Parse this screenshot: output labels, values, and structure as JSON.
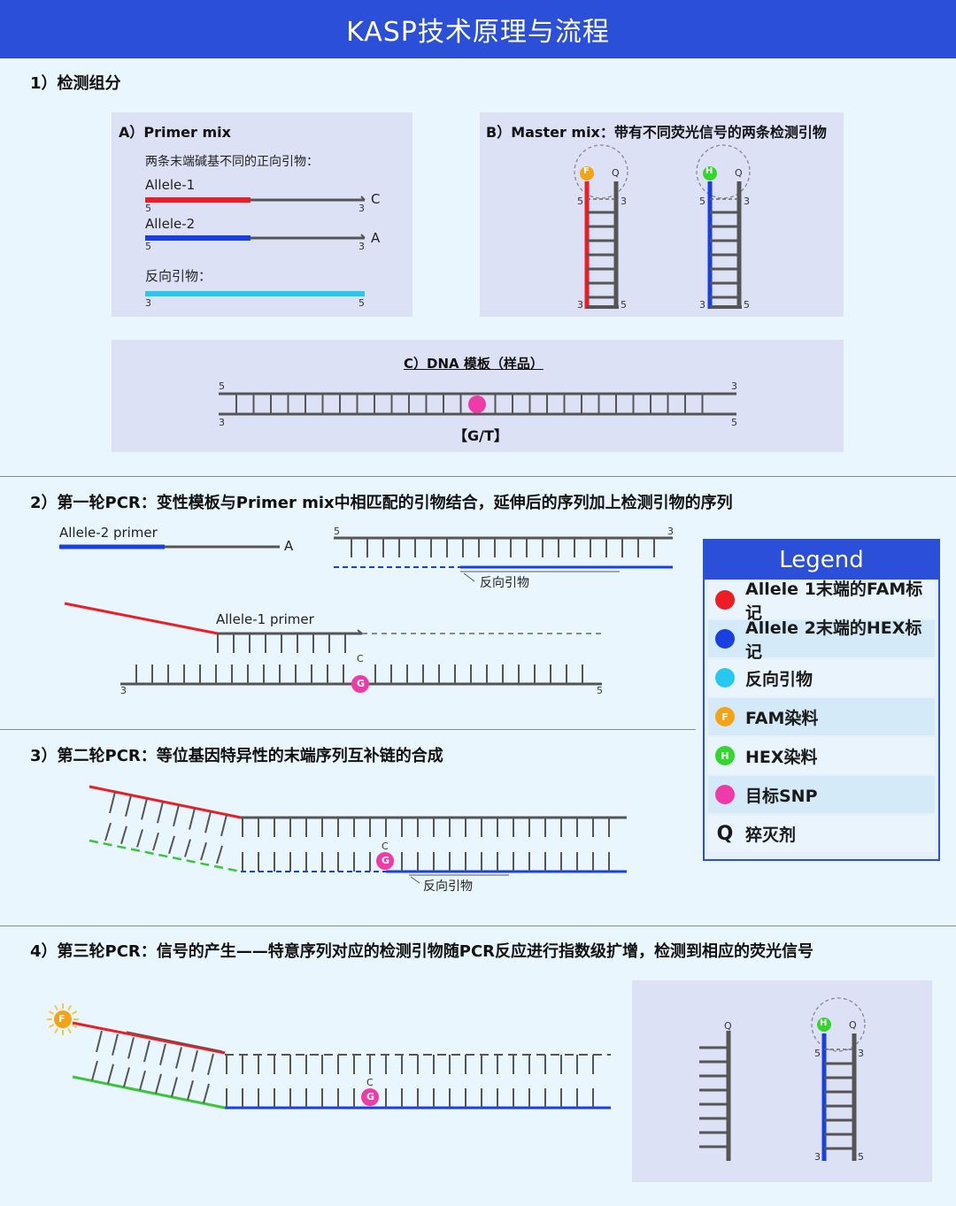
{
  "title": "KASP技术原理与流程",
  "section1": {
    "title": "1）检测组分",
    "panel_a": {
      "title": "A）Primer mix",
      "subtitle": "两条末端碱基不同的正向引物：",
      "allele1": "Allele-1",
      "allele1_end": "C",
      "allele2": "Allele-2",
      "allele2_end": "A",
      "reverse": "反向引物：",
      "five": "5",
      "three": "3"
    },
    "panel_b": {
      "title": "B）Master mix：带有不同荧光信号的两条检测引物",
      "f": "F",
      "h": "H",
      "q": "Q",
      "five": "5",
      "three": "3"
    },
    "panel_c": {
      "title": "C）DNA 模板（样品）",
      "snp_label": "【G/T】",
      "five": "5",
      "three": "3"
    }
  },
  "section2": {
    "title": "2）第一轮PCR：变性模板与Primer mix中相匹配的引物结合，延伸后的序列加上检测引物的序列",
    "allele2_primer": "Allele-2 primer",
    "a_end": "A",
    "reverse_primer": "反向引物",
    "allele1_primer": "Allele-1 primer",
    "c_base": "C",
    "g_base": "G",
    "five": "5",
    "three": "3"
  },
  "section3": {
    "title": "3）第二轮PCR：等位基因特异性的末端序列互补链的合成",
    "c_base": "C",
    "g_base": "G",
    "reverse_primer": "反向引物"
  },
  "section4": {
    "title": "4）第三轮PCR：信号的产生——特意序列对应的检测引物随PCR反应进行指数级扩增，检测到相应的荧光信号",
    "f": "F",
    "c_base": "C",
    "g_base": "G",
    "h": "H",
    "q": "Q",
    "five": "5",
    "three": "3"
  },
  "legend": {
    "title": "Legend",
    "items": [
      {
        "label": "Allele 1末端的FAM标记",
        "color": "#ee1c25",
        "glyph": ""
      },
      {
        "label": "Allele 2末端的HEX标记",
        "color": "#1a3fe0",
        "glyph": ""
      },
      {
        "label": "反向引物",
        "color": "#27c8f0",
        "glyph": ""
      },
      {
        "label": "FAM染料",
        "color": "#f5a316",
        "glyph": "F"
      },
      {
        "label": "HEX染料",
        "color": "#33d62a",
        "glyph": "H"
      },
      {
        "label": "目标SNP",
        "color": "#ef3ba8",
        "glyph": ""
      },
      {
        "label": "猝灭剂",
        "color": "",
        "glyph": "Q"
      }
    ]
  },
  "colors": {
    "red": "#ee1c25",
    "blue": "#1a3fe0",
    "cyan": "#27c8f0",
    "gray": "#555555",
    "green": "#3cc43a",
    "orange": "#f5a316",
    "pink": "#ef3ba8",
    "panel": "#dde1f6",
    "header": "#2b4fd8"
  }
}
